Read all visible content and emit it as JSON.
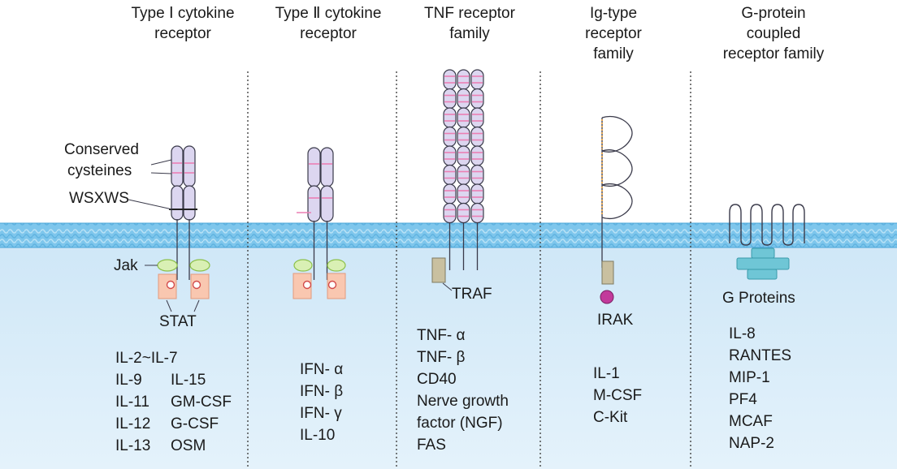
{
  "headers": {
    "type1": [
      "Type Ⅰ cytokine",
      "receptor"
    ],
    "type2": [
      "Type Ⅱ cytokine",
      "receptor"
    ],
    "tnf": [
      "TNF receptor",
      "family"
    ],
    "ig": [
      "Ig-type",
      "receptor",
      "family"
    ],
    "gpcr": [
      "G-protein",
      "coupled",
      "receptor family"
    ]
  },
  "labels": {
    "conserved": [
      "Conserved",
      "cysteines"
    ],
    "wsxws": "WSXWS",
    "jak": "Jak",
    "stat": "STAT",
    "traf": "TRAF",
    "irak": "IRAK",
    "gproteins": "G Proteins"
  },
  "ligands": {
    "type1": [
      [
        "IL-2~IL-7",
        ""
      ],
      [
        "IL-9",
        "IL-15"
      ],
      [
        "IL-11",
        "GM-CSF"
      ],
      [
        "IL-12",
        "G-CSF"
      ],
      [
        "IL-13",
        "OSM"
      ]
    ],
    "type2": [
      "IFN- α",
      "IFN- β",
      "IFN- γ",
      "IL-10"
    ],
    "tnf": [
      "TNF- α",
      "TNF- β",
      "CD40",
      "Nerve growth",
      "factor (NGF)",
      "FAS"
    ],
    "ig": [
      "IL-1",
      "M-CSF",
      "C-Kit"
    ],
    "gpcr": [
      "IL-8",
      "RANTES",
      "MIP-1",
      "PF4",
      "MCAF",
      "NAP-2"
    ]
  },
  "colors": {
    "cytoplasm": "#d6ebf8",
    "membrane": "#7ec6ec",
    "receptor_domain": "#dcd6f0",
    "cysteine_stripe": "#ec7fb4",
    "jak": "#d9f0b4",
    "stat": "#f9c7b0",
    "traf": "#c9c0a0",
    "irak": "#c23a9b",
    "g_protein": "#6fc6d6"
  }
}
